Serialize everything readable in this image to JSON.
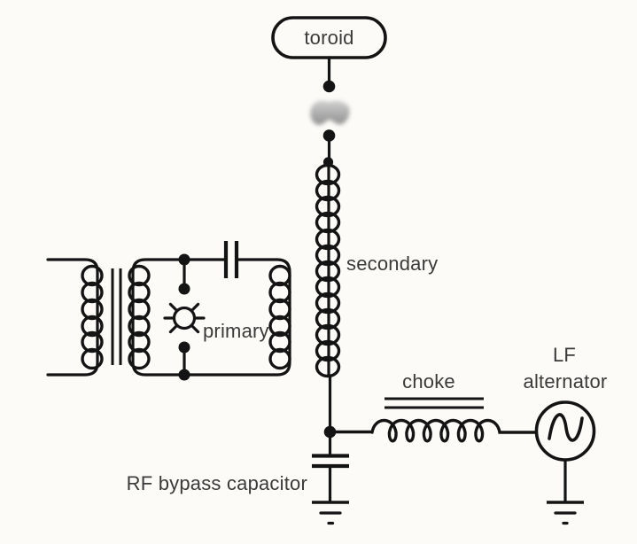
{
  "diagram": {
    "kind": "circuit-schematic",
    "labels": {
      "toroid": "toroid",
      "secondary": "secondary",
      "primary": "primary",
      "choke": "choke",
      "alternator_line1": "LF",
      "alternator_line2": "alternator",
      "rf_bypass_capacitor": "RF bypass capacitor"
    },
    "icons": {
      "spark_discharge": "gray fuzzy arc glyph",
      "rotary_spark_gap": "circle with six radiating spokes",
      "ac_source": "circle with sine wave",
      "earth_ground": "three diminishing bars"
    },
    "colors": {
      "line": "#141414",
      "label": "#3a3a3a",
      "background": "#fcfbf8",
      "spark_gray": "#9a9a9a"
    }
  }
}
